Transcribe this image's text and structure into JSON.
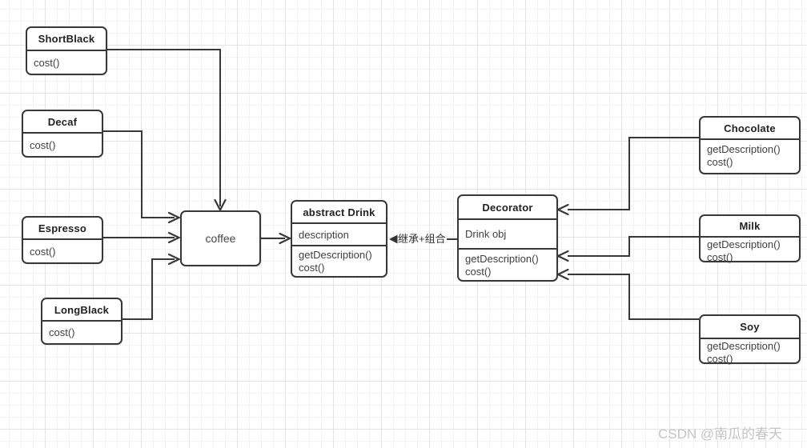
{
  "diagram": {
    "nodes": {
      "shortblack": {
        "title": "ShortBlack",
        "methods": [
          "cost()"
        ]
      },
      "decaf": {
        "title": "Decaf",
        "methods": [
          "cost()"
        ]
      },
      "espresso": {
        "title": "Espresso",
        "methods": [
          "cost()"
        ]
      },
      "longblack": {
        "title": "LongBlack",
        "methods": [
          "cost()"
        ]
      },
      "coffee": {
        "title": "coffee"
      },
      "drink": {
        "title": "abstract Drink",
        "attr": "description",
        "methods": [
          "getDescription()",
          "cost()"
        ]
      },
      "decorator": {
        "title": "Decorator",
        "attr": "Drink obj",
        "methods": [
          "getDescription()",
          "cost()"
        ]
      },
      "chocolate": {
        "title": "Chocolate",
        "methods": [
          "getDescription()",
          "cost()"
        ]
      },
      "milk": {
        "title": "Milk",
        "methods": [
          "getDescription()",
          "cost()"
        ]
      },
      "soy": {
        "title": "Soy",
        "methods": [
          "getDescription()",
          "cost()"
        ]
      }
    },
    "edge_label": {
      "icon": "◀",
      "text": "继承+组合"
    },
    "watermark": "CSDN @南瓜的春天",
    "colors": {
      "stroke": "#383838",
      "grid_minor": "#f3f3f3",
      "grid_major": "#e4e4e4",
      "watermark": "#c4c4c4",
      "box_fill": "#ffffff"
    }
  }
}
